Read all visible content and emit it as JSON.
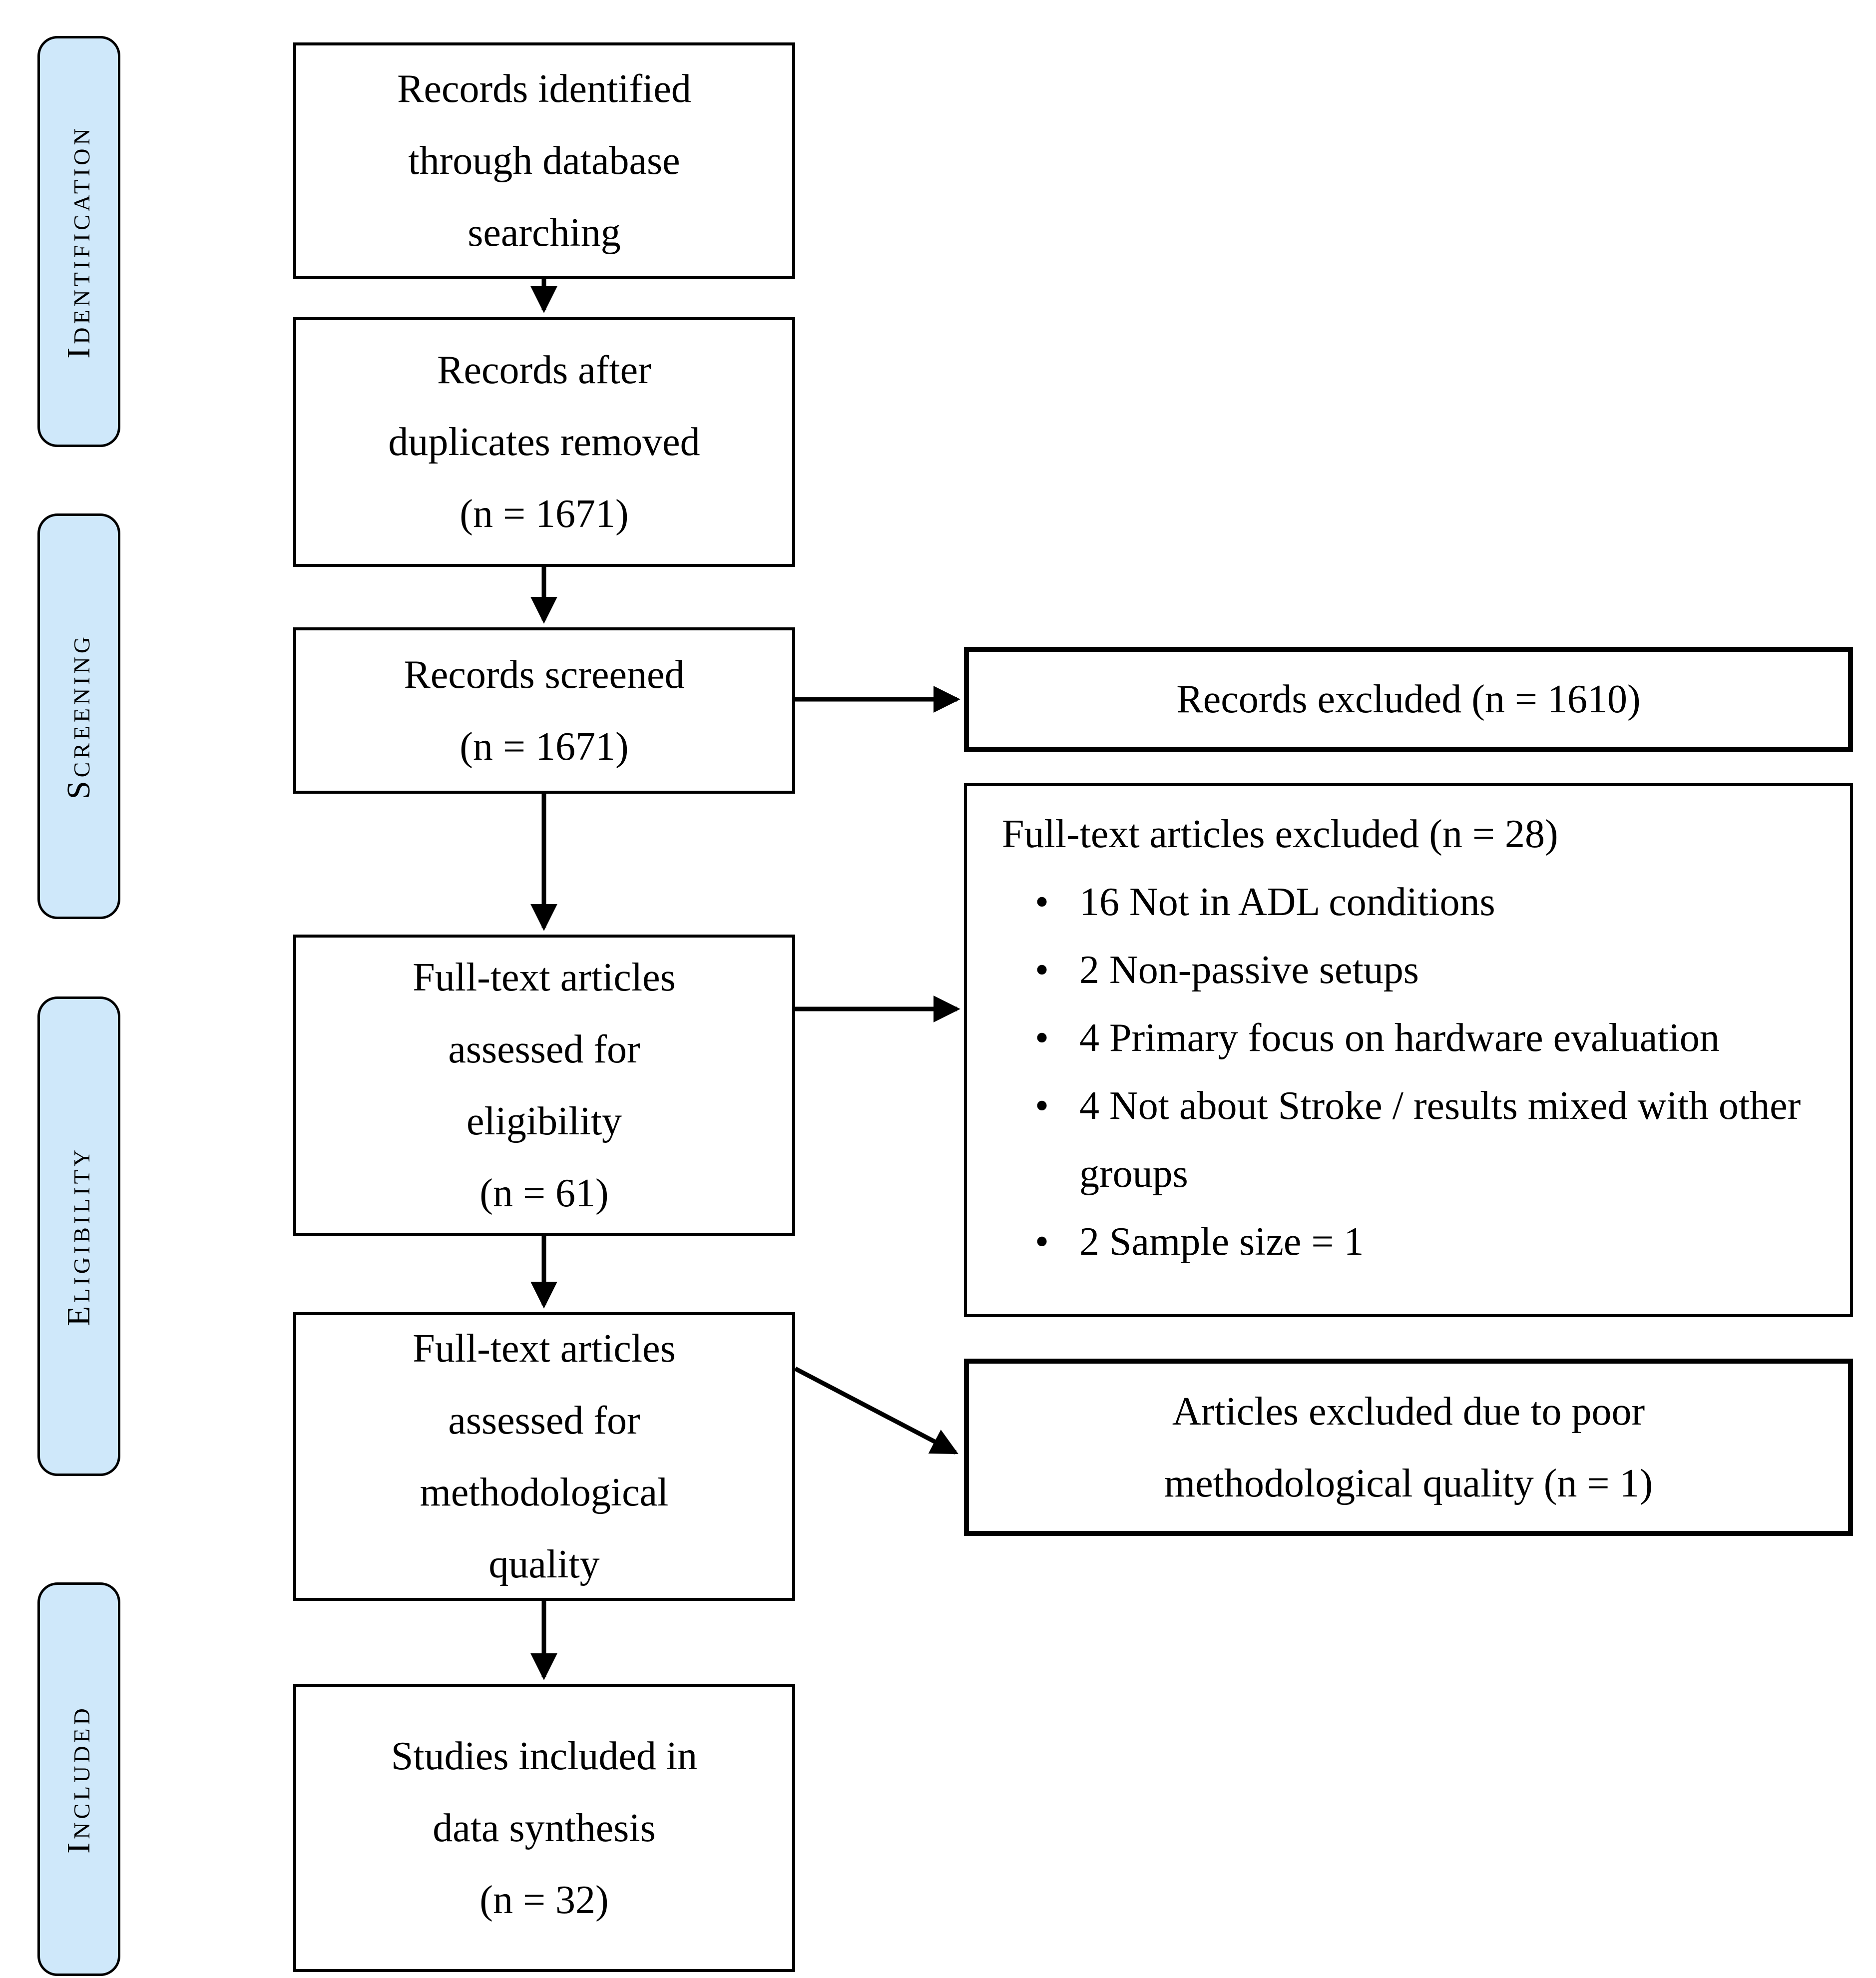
{
  "colors": {
    "stage_fill": "#cfe8fa",
    "border": "#000000",
    "background": "#ffffff"
  },
  "stages": [
    {
      "label": "Identification"
    },
    {
      "label": "Screening"
    },
    {
      "label": "Eligibility"
    },
    {
      "label": "Included"
    }
  ],
  "flow": {
    "records_identified": {
      "lines": [
        "Records identified",
        "through database",
        "searching"
      ]
    },
    "records_deduplicated": {
      "lines": [
        "Records after",
        "duplicates removed",
        "(n = 1671)"
      ]
    },
    "records_screened": {
      "lines": [
        "Records screened",
        "(n = 1671)"
      ]
    },
    "fulltext_eligibility": {
      "lines": [
        "Full-text articles",
        "assessed for",
        "eligibility",
        "(n = 61)"
      ]
    },
    "fulltext_quality": {
      "lines": [
        "Full-text articles",
        "assessed for",
        "methodological",
        "quality"
      ]
    },
    "studies_included": {
      "lines": [
        "Studies included in",
        "data synthesis",
        "(n = 32)"
      ]
    }
  },
  "exclusions": {
    "records_excluded": {
      "text": "Records excluded (n = 1610)"
    },
    "fulltext_excluded": {
      "title": "Full-text articles excluded (n = 28)",
      "bullet_char": "•",
      "bullets": [
        "16 Not in ADL conditions",
        "2 Non-passive setups",
        "4 Primary focus on hardware evaluation",
        "4 Not about Stroke / results mixed with other groups",
        "2 Sample size = 1"
      ]
    },
    "poor_quality_excluded": {
      "lines": [
        "Articles excluded due to poor",
        "methodological quality (n = 1)"
      ]
    }
  }
}
